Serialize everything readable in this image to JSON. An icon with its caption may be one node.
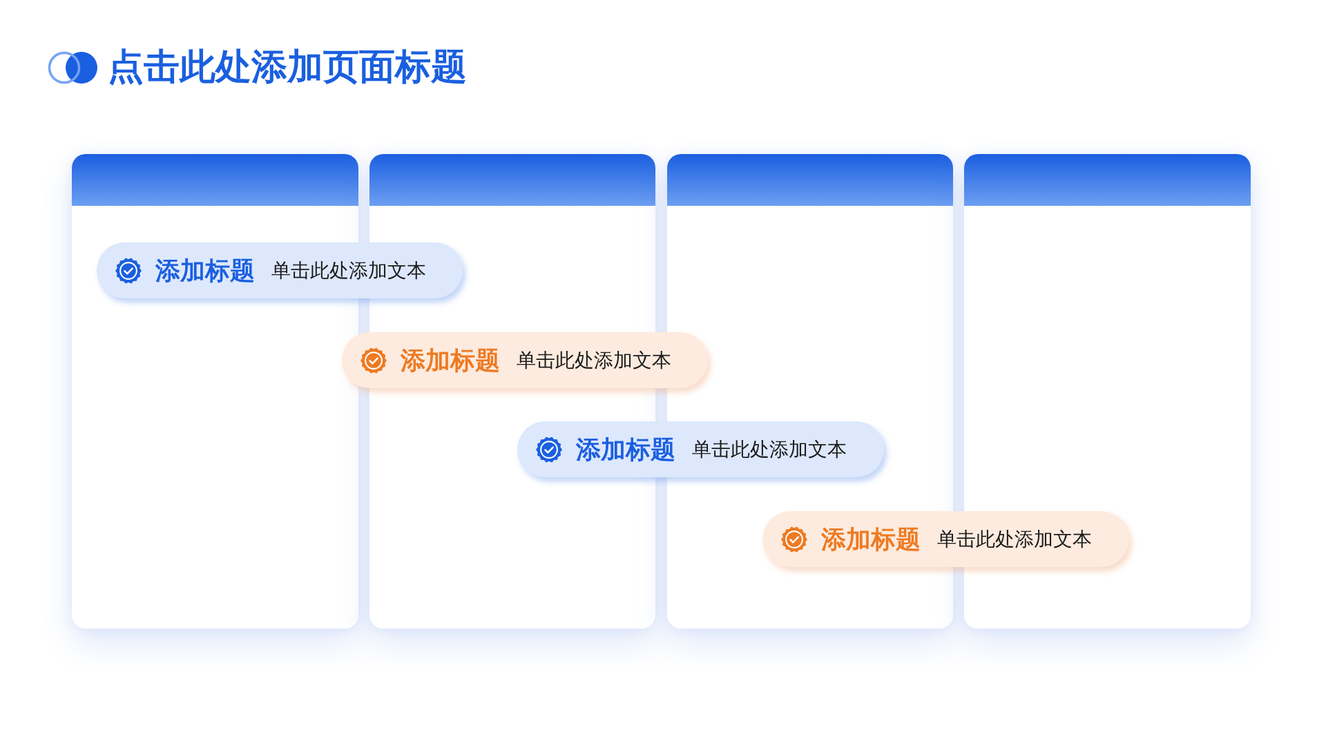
{
  "diagram": {
    "title": "点击此处添加页面标题",
    "nodes": [
      {
        "text": [],
        "shape": "box"
      },
      {
        "text": [],
        "shape": "box"
      },
      {
        "text": [],
        "shape": "box"
      },
      {
        "text": [],
        "shape": "box"
      },
      {
        "text": [
          "添加标题",
          "单击此处添加文本"
        ]
      },
      {
        "text": [
          "添加标题",
          "单击此处添加文本"
        ]
      },
      {
        "text": [
          "添加标题",
          "单击此处添加文本"
        ]
      },
      {
        "text": [
          "添加标题",
          "单击此处添加文本"
        ]
      }
    ]
  }
}
